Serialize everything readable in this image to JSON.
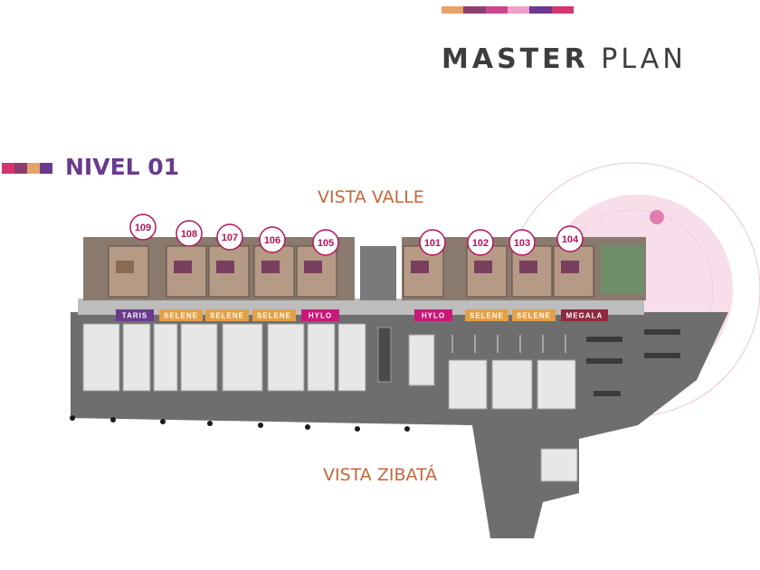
{
  "header": {
    "title_bold": "MASTER",
    "title_light": "PLAN",
    "deco_colors": [
      "#e7a26a",
      "#8e3f6f",
      "#c9478a",
      "#f0a0c8",
      "#6b3a8e",
      "#d4356e"
    ]
  },
  "level": {
    "title": "NIVEL 01",
    "deco_colors": [
      "#d4356e",
      "#8e3f6f",
      "#e7a26a",
      "#6b3a8e"
    ]
  },
  "views": {
    "top": "VISTA VALLE",
    "bottom": "VISTA ZIBATÁ"
  },
  "units": [
    {
      "number": "109",
      "model": "TARIS",
      "model_color": "#6b3a8e"
    },
    {
      "number": "108",
      "model": "SELENE",
      "model_color": "#e3a048"
    },
    {
      "number": "107",
      "model": "SELENE",
      "model_color": "#e3a048"
    },
    {
      "number": "106",
      "model": "SELENE",
      "model_color": "#e3a048"
    },
    {
      "number": "105",
      "model": "HYLO",
      "model_color": "#c9187a"
    },
    {
      "number": "101",
      "model": "HYLO",
      "model_color": "#c9187a"
    },
    {
      "number": "102",
      "model": "SELENE",
      "model_color": "#e3a048"
    },
    {
      "number": "103",
      "model": "SELENE",
      "model_color": "#e3a048"
    },
    {
      "number": "104",
      "model": "MEGALA",
      "model_color": "#8e2a3f"
    }
  ],
  "colors": {
    "accent_purple": "#6b3a8e",
    "accent_orange": "#c6673a",
    "unit_badge": "#b3145a",
    "halo": "#f4c6dd"
  }
}
